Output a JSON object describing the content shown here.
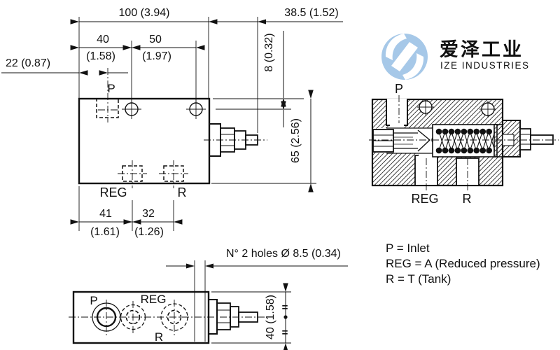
{
  "logo": {
    "name_cn": "爱泽工业",
    "name_en": "IZE INDUSTRIES",
    "circle_color": "#a6c8e8",
    "cn_color": "#97999c",
    "en_color": "#abaeb1"
  },
  "drawing": {
    "top_view": {
      "label_p": "P",
      "label_reg": "REG",
      "label_r": "R",
      "dim_total_width": "100 (3.94)",
      "dim_stem_length": "38.5 (1.52)",
      "dim_hole1_mm": "40",
      "dim_hole1_in": "(1.58)",
      "dim_hole2_mm": "50",
      "dim_hole2_in": "(1.97)",
      "dim_p_offset": "22 (0.87)",
      "dim_hole_row": "8 (0.32)",
      "dim_height": "65 (2.56)",
      "dim_reg_mm": "41",
      "dim_reg_in": "(1.61)",
      "dim_r_mm": "32",
      "dim_r_in": "(1.26)"
    },
    "section_view": {
      "label_p": "P",
      "label_reg": "REG",
      "label_r": "R"
    },
    "bottom_view": {
      "label_p": "P",
      "label_reg": "REG",
      "label_r": "R",
      "note_holes": "N° 2 holes Ø 8.5 (0.34)",
      "dim_height": "40 (1.58)",
      "equal_mark": "="
    },
    "legend": {
      "p": "P = Inlet",
      "reg": "REG = A (Reduced pressure)",
      "r": "R = T (Tank)"
    }
  }
}
